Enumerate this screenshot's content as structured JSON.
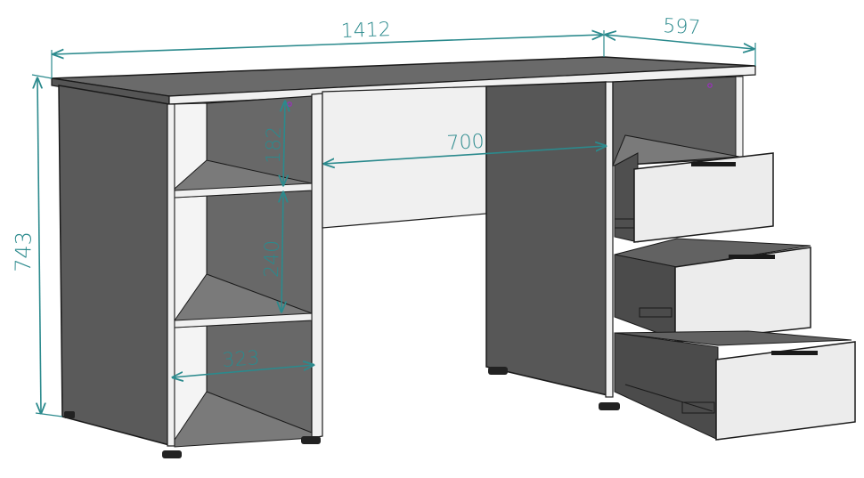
{
  "dimensions": {
    "width_label": "1412",
    "depth_label": "597",
    "height_label": "743",
    "opening_label": "700",
    "shelf_top_label": "182",
    "shelf_mid_label": "240",
    "shelf_depth_label": "323"
  },
  "colors": {
    "dimension_line": "#2b8a8d",
    "panel_dark": "#5a5a5a",
    "panel_mid": "#6f6f6f",
    "panel_light": "#f0f0f0",
    "edge": "#1a1a1a",
    "accent_fastener": "#9b2fbf"
  }
}
